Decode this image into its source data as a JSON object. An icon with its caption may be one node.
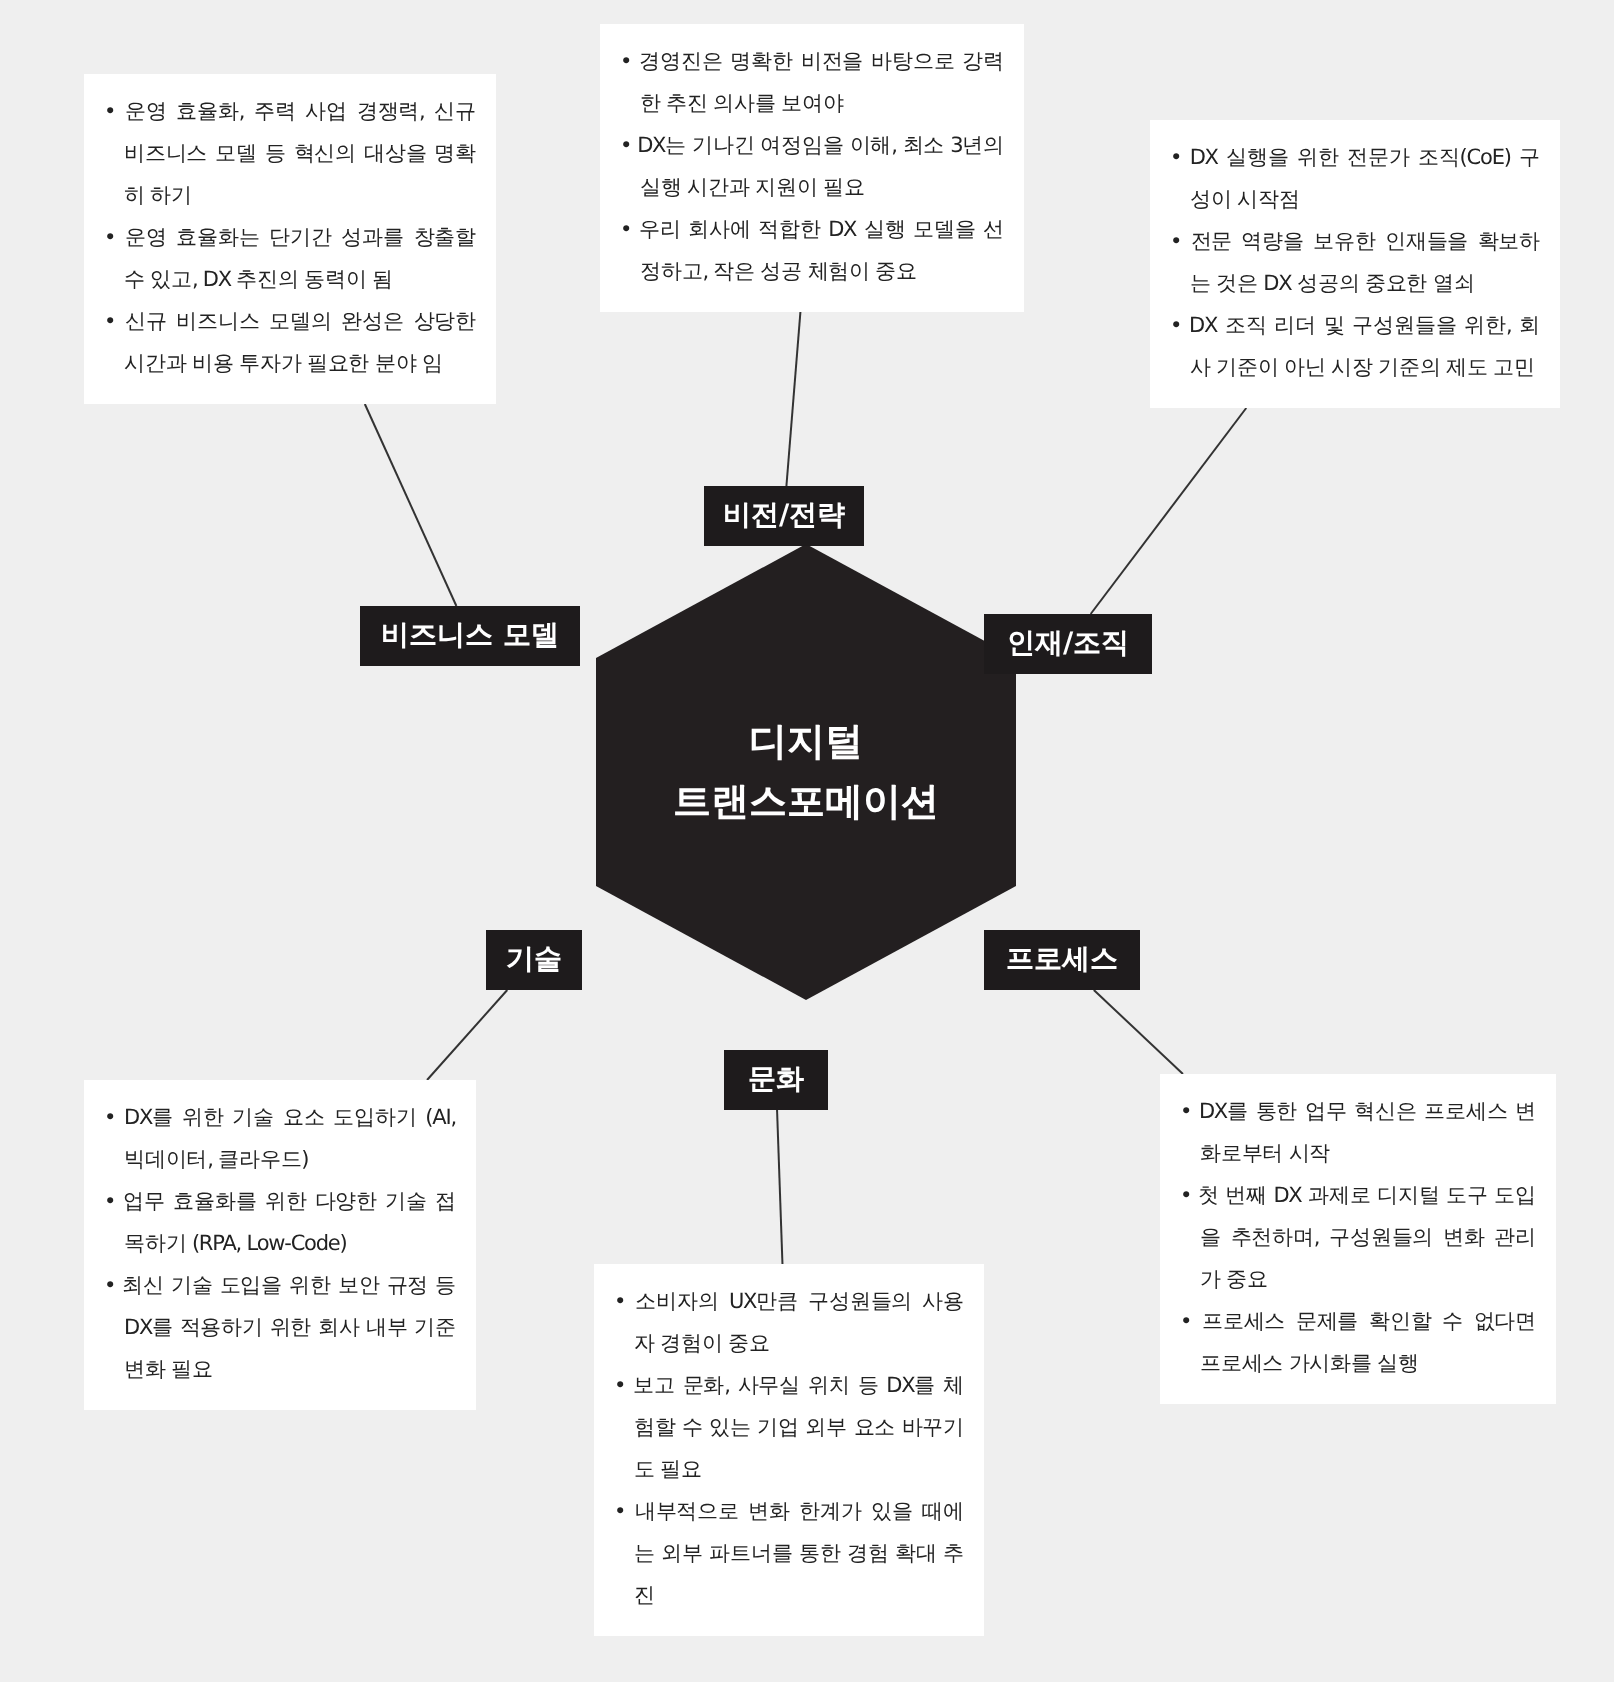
{
  "diagram": {
    "nodes": [
      {
        "text": [
          "디지털 트랜스포메이션"
        ]
      },
      {
        "text": [
          "비전/전략"
        ]
      },
      {
        "text": [
          "• 경영진은 명확한 비전을 바탕으로 강력한 추진 의사를 보여야",
          "• DX는 기나긴 여정임을 이해, 최소 3년의 실행 시간과 지원이 필요",
          "• 우리 회사에 적합한 DX 실행 모델을 선정하고, 작은 성공 체험이 중요"
        ]
      },
      {
        "text": [
          "비즈니스 모델"
        ]
      },
      {
        "text": [
          "• 운영 효율화, 주력 사업 경쟁력, 신규 비즈니스 모델 등 혁신의 대상을 명확히 하기",
          "• 운영 효율화는 단기간 성과를 창출할 수 있고, DX 추진의 동력이 됨",
          "• 신규 비즈니스 모델의 완성은 상당한 시간과 비용 투자가 필요한 분야 임"
        ]
      },
      {
        "text": [
          "인재/조직"
        ]
      },
      {
        "text": [
          "• DX 실행을 위한 전문가 조직(CoE) 구성이 시작점",
          "• 전문 역량을 보유한 인재들을 확보하는 것은 DX 성공의 중요한 열쇠",
          "• DX 조직 리더 및 구성원들을 위한, 회사 기준이 아닌 시장 기준의 제도 고민"
        ]
      },
      {
        "text": [
          "기술"
        ]
      },
      {
        "text": [
          "• DX를 위한 기술 요소 도입하기 (AI, 빅데이터, 클라우드)",
          "• 업무 효율화를 위한 다양한 기술 접목하기 (RPA, Low-Code)",
          "• 최신 기술 도입을 위한 보안 규정 등 DX를 적용하기 위한 회사 내부 기준 변화 필요"
        ]
      },
      {
        "text": [
          "프로세스"
        ]
      },
      {
        "text": [
          "• DX를 통한 업무 혁신은 프로세스 변화로부터 시작",
          "• 첫 번째 DX 과제로 디지털 도구 도입을 추천하며, 구성원들의 변화 관리가 중요",
          "• 프로세스 문제를 확인할 수 없다면 프로세스 가시화를 실행"
        ]
      },
      {
        "text": [
          "문화"
        ]
      },
      {
        "text": [
          "• 소비자의 UX만큼 구성원들의 사용자 경험이 중요",
          "• 보고 문화, 사무실 위치 등 DX를 체험할 수 있는 기업 외부 요소 바꾸기도 필요",
          "• 내부적으로 변화 한계가 있을 때에는 외부 파트너를 통한 경험 확대 추진"
        ]
      }
    ],
    "edges": [
      {
        "from": 1,
        "to": 2,
        "arrow": "none"
      },
      {
        "from": 3,
        "to": 4,
        "arrow": "none"
      },
      {
        "from": 5,
        "to": 6,
        "arrow": "none"
      },
      {
        "from": 7,
        "to": 8,
        "arrow": "none"
      },
      {
        "from": 9,
        "to": 10,
        "arrow": "none"
      },
      {
        "from": 11,
        "to": 12,
        "arrow": "none"
      }
    ]
  }
}
